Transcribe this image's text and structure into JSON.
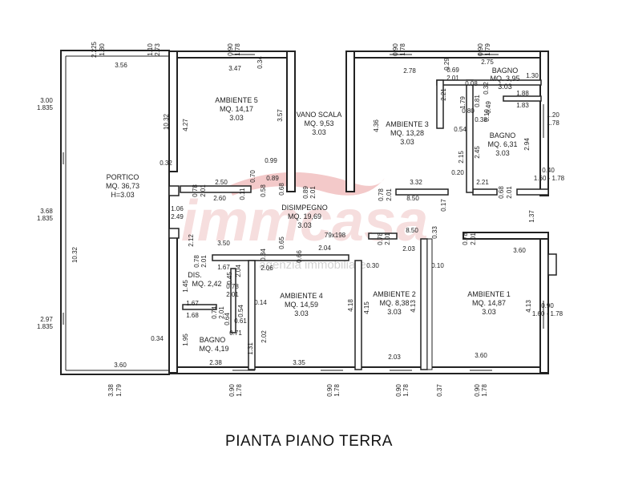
{
  "title": "PIANTA PIANO TERRA",
  "watermark": {
    "brand": "immcasa",
    "tagline": "agenzia immobiliare",
    "color_fill": "#f3c9c9",
    "color_stroke": "#e9a3a3"
  },
  "rooms": {
    "ambiente5": [
      "AMBIENTE 5",
      "MQ. 14,17",
      "3.03"
    ],
    "vano_scala": [
      "VANO SCALA",
      "MQ. 9,53",
      "3.03"
    ],
    "ambiente3": [
      "AMBIENTE 3",
      "MQ. 13,28",
      "3.03"
    ],
    "bagno_small": [
      "BAGNO",
      "MQ. 3,95",
      "3.03"
    ],
    "bagno_right": [
      "BAGNO",
      "MQ. 6,31",
      "3.03"
    ],
    "portico": [
      "PORTICO",
      "MQ. 36,73",
      "H=3.03"
    ],
    "disimpegno": [
      "DISIMPEGNO",
      "MQ. 19,69",
      "3.03"
    ],
    "dis": [
      "DIS.",
      "MQ. 2,42"
    ],
    "ambiente4": [
      "AMBIENTE 4",
      "MQ. 14,59",
      "3.03"
    ],
    "ambiente2": [
      "AMBIENTE 2",
      "MQ. 8,38",
      "3.03"
    ],
    "ambiente1": [
      "AMBIENTE 1",
      "MQ. 14,87",
      "3.03"
    ],
    "bagno_bottom": [
      "BAGNO",
      "MQ. 4,19"
    ]
  },
  "dims": {
    "d_2225": "2.225",
    "d_180a": "1.80",
    "d_110": "1.10",
    "d_273": "2.73",
    "d_356": "3.56",
    "d_090t1": "0.90",
    "d_178t1": "1.78",
    "d_347": "3.47",
    "d_034t": "0.34",
    "d_090t2": "0.90",
    "d_178t2": "1.78",
    "d_090t3": "0.90",
    "d_179t": "1.79",
    "d_278": "2.78",
    "d_029": "0.29",
    "d_275": "2.75",
    "d_069": "0.69",
    "d_201a": "2.01",
    "d_130": "1.30",
    "d_008": "0.08",
    "d_032": "0.32",
    "d_221": "2.21",
    "d_188": "1.88",
    "d_179v": "1.79",
    "d_081": "0.81",
    "d_049": "0.49",
    "d_183": "1.83",
    "d_080": "0.80",
    "d_010a": "0.10",
    "d_038": "0.38",
    "d_300": "3.00",
    "d_1835a": "1.835",
    "d_1032a": "10.32",
    "d_427": "4.27",
    "d_357": "3.57",
    "d_436": "4.36",
    "d_054": "0.54",
    "d_120": "1.20",
    "d_178r1": "1.78",
    "d_294": "2.94",
    "d_215": "2.15",
    "d_245": "2.45",
    "d_099": "0.99",
    "d_032b": "0.32",
    "d_070": "0.70",
    "d_089a": "0.89",
    "d_020": "0.20",
    "d_040": "0.40",
    "d_160_178a": "1.60 - 1.78",
    "d_250": "2.50",
    "d_011": "0.11",
    "d_058": "0.58",
    "d_068a": "0.68",
    "d_078a": "0.78",
    "d_201b": "2.01",
    "d_089b": "0.89",
    "d_201c": "2.01",
    "d_078b": "0.78",
    "d_201d": "2.01",
    "d_332": "3.32",
    "d_221b": "2.21",
    "d_068b": "0.68",
    "d_201e": "2.01",
    "d_260": "2.60",
    "d_850a": "8.50",
    "d_017": "0.17",
    "d_106": "1.06",
    "d_249": "2.49",
    "d_368": "3.68",
    "d_1835b": "1.835",
    "d_137": "1.37",
    "d_212": "2.12",
    "d_850b": "8.50",
    "d_033": "0.33",
    "d_350": "3.50",
    "d_065": "0.65",
    "d_79x198": "79x198",
    "d_078c": "0.78",
    "d_201f": "2.01",
    "d_078d": "0.78",
    "d_201g": "2.01",
    "d_204a": "2.04",
    "d_066": "0.66",
    "d_203": "2.03",
    "d_360a": "3.60",
    "d_078e": "0.78",
    "d_201h": "2.01",
    "d_034b": "0.34",
    "d_167a": "1.67",
    "d_204b": "2.04",
    "d_206": "2.06",
    "d_030": "0.30",
    "d_010b": "0.10",
    "d_045": "0.45",
    "d_145": "1.45",
    "d_078f": "0.78",
    "d_201i": "2.01",
    "d_1032b": "10.32",
    "d_167b": "1.67",
    "d_074": "0.74",
    "d_201j": "2.01",
    "d_054b": "0.54",
    "d_014": "0.14",
    "d_418": "4.18",
    "d_415": "4.15",
    "d_413a": "4.13",
    "d_413b": "4.13",
    "d_168": "1.68",
    "d_064": "0.64",
    "d_061": "0.61",
    "d_090r": "0.90",
    "d_160_178b": "1.60 - 1.78",
    "d_297": "2.97",
    "d_1835c": "1.835",
    "d_034c": "0.34",
    "d_195": "1.95",
    "d_071": "0.71",
    "d_202": "2.02",
    "d_131": "1.31",
    "d_360b": "3.60",
    "d_238": "2.38",
    "d_335": "3.35",
    "d_203b": "2.03",
    "d_360c": "3.60",
    "d_338": "3.38",
    "d_179b": "1.79",
    "d_090b1": "0.90",
    "d_178b1": "1.78",
    "d_090b2": "0.90",
    "d_178b2": "1.78",
    "d_090b3": "0.90",
    "d_178b3": "1.78",
    "d_037": "0.37",
    "d_090b4": "0.90",
    "d_178b4": "1.78"
  }
}
